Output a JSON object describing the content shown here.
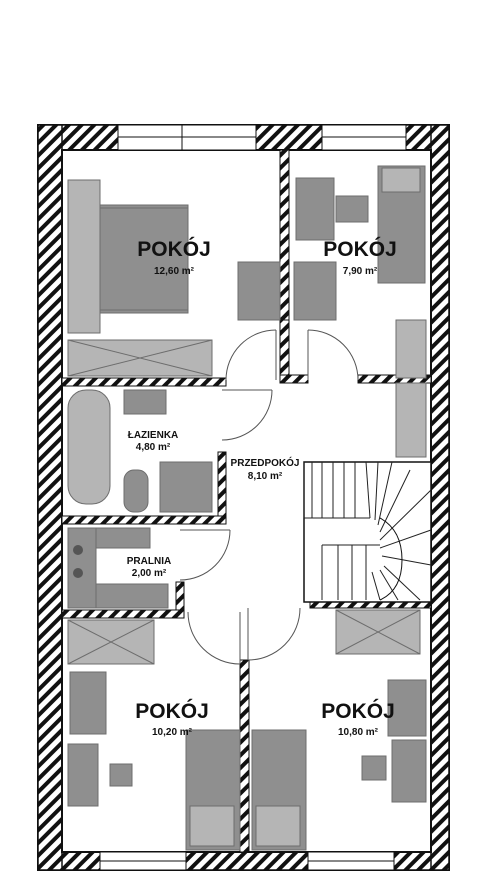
{
  "rooms": [
    {
      "id": "bedroom-nw",
      "name": "POKÓJ",
      "area": "12,60 m²"
    },
    {
      "id": "bedroom-ne",
      "name": "POKÓJ",
      "area": "7,90 m²"
    },
    {
      "id": "bathroom",
      "name": "ŁAZIENKA",
      "area": "4,80 m²"
    },
    {
      "id": "hallway",
      "name": "PRZEDPOKÓJ",
      "area": "8,10 m²"
    },
    {
      "id": "laundry",
      "name": "PRALNIA",
      "area": "2,00 m²"
    },
    {
      "id": "bedroom-sw",
      "name": "POKÓJ",
      "area": "10,20 m²"
    },
    {
      "id": "bedroom-se",
      "name": "POKÓJ",
      "area": "10,80 m²"
    }
  ],
  "colors": {
    "wall_fill": "#ffffff",
    "wall_hatch": "#111111",
    "furniture": "#8f8f8f",
    "background": "#ffffff"
  }
}
